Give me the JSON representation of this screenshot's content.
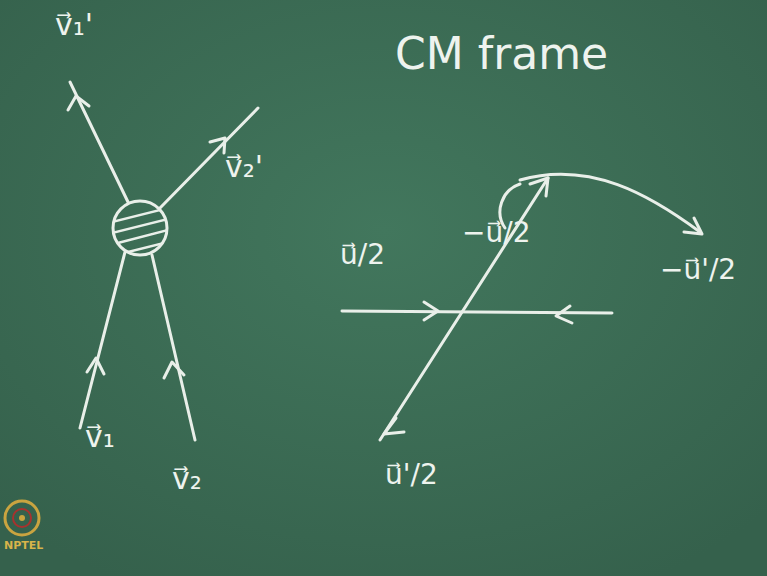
{
  "diagram": {
    "labels": [
      "v⃗₁'",
      "v⃗₂'",
      "v⃗₁",
      "v⃗₂",
      "CM frame",
      "u⃗/2",
      "−u⃗/2",
      "−u⃗'/2",
      "u⃗'/2",
      "NPTEL"
    ]
  }
}
